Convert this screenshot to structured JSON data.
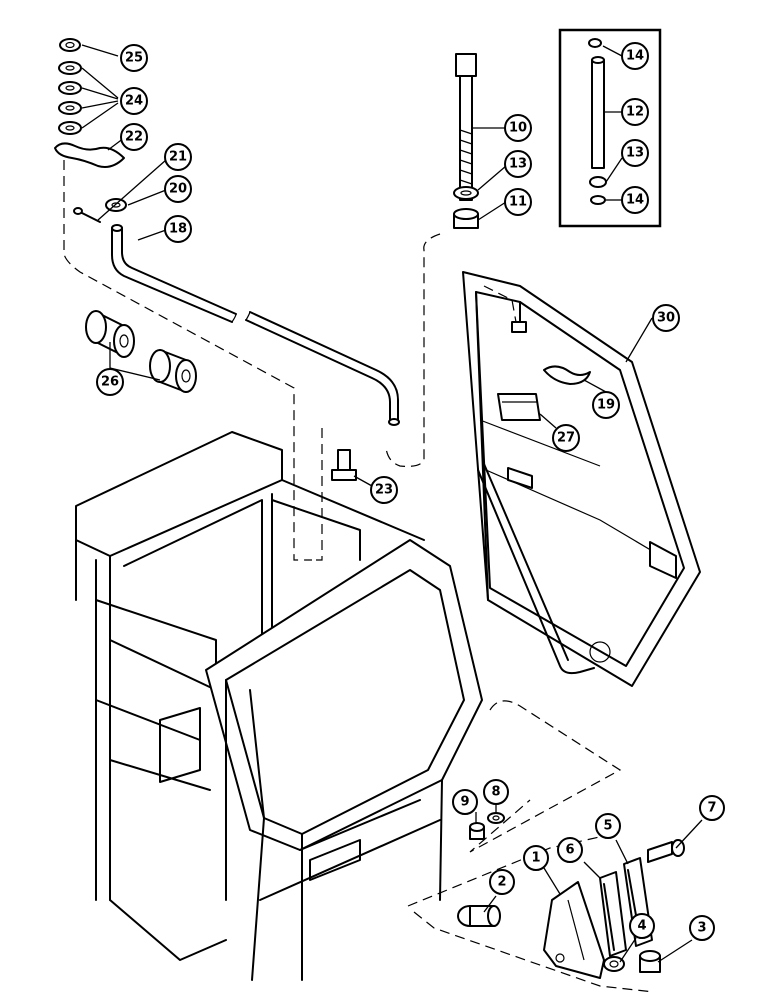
{
  "diagram": {
    "callouts": [
      {
        "id": "c25",
        "text": "25"
      },
      {
        "id": "c24",
        "text": "24"
      },
      {
        "id": "c22",
        "text": "22"
      },
      {
        "id": "c21",
        "text": "21"
      },
      {
        "id": "c20",
        "text": "20"
      },
      {
        "id": "c18",
        "text": "18"
      },
      {
        "id": "c26",
        "text": "26"
      },
      {
        "id": "c10",
        "text": "10"
      },
      {
        "id": "c13a",
        "text": "13"
      },
      {
        "id": "c11",
        "text": "11"
      },
      {
        "id": "c14a",
        "text": "14"
      },
      {
        "id": "c12",
        "text": "12"
      },
      {
        "id": "c13b",
        "text": "13"
      },
      {
        "id": "c14b",
        "text": "14"
      },
      {
        "id": "c30",
        "text": "30"
      },
      {
        "id": "c19",
        "text": "19"
      },
      {
        "id": "c27",
        "text": "27"
      },
      {
        "id": "c23",
        "text": "23"
      },
      {
        "id": "c9",
        "text": "9"
      },
      {
        "id": "c8",
        "text": "8"
      },
      {
        "id": "c7",
        "text": "7"
      },
      {
        "id": "c6",
        "text": "6"
      },
      {
        "id": "c5",
        "text": "5"
      },
      {
        "id": "c1",
        "text": "1"
      },
      {
        "id": "c2",
        "text": "2"
      },
      {
        "id": "c4",
        "text": "4"
      },
      {
        "id": "c3",
        "text": "3"
      }
    ]
  }
}
